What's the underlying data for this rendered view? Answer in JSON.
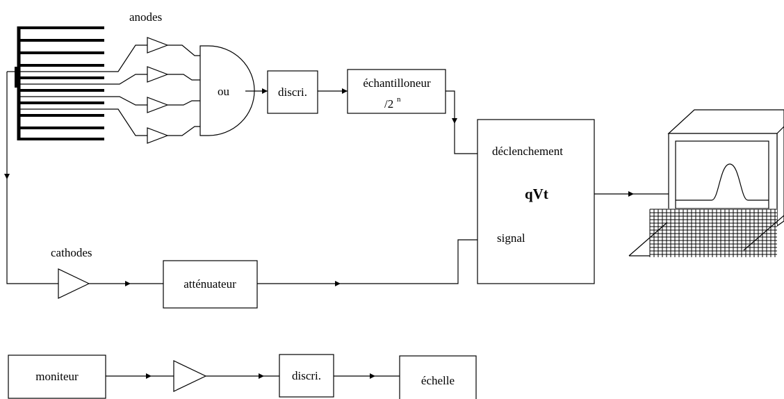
{
  "labels": {
    "anodes": "anodes",
    "cathodes": "cathodes",
    "or_gate": "ou",
    "discri_top": "discri.",
    "sampler_line1": "échantilloneur",
    "sampler_line2": "/2",
    "sampler_exponent": "n",
    "qvt": "qVt",
    "trigger_input": "déclenchement",
    "signal_input": "signal",
    "attenuator": "atténuateur",
    "monitor": "moniteur",
    "discri_bottom": "discri.",
    "scaler": "échelle"
  },
  "icons": {
    "detector": "multi-wire-detector-icon",
    "amplifier": "amplifier-triangle-icon",
    "oscilloscope": "oscilloscope-display-icon"
  },
  "colors": {
    "line": "#000000",
    "background": "#ffffff"
  }
}
